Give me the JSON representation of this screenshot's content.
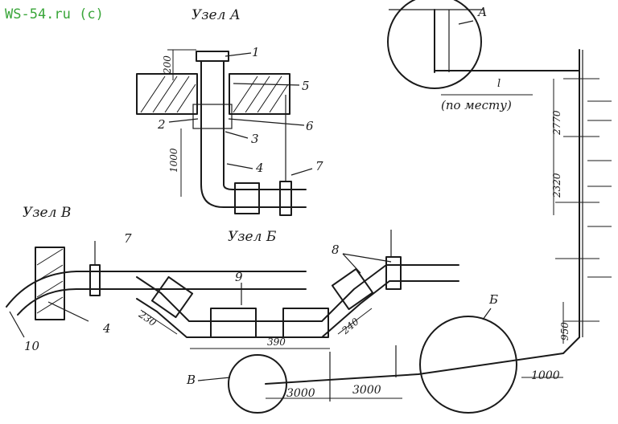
{
  "watermark": "WS-54.ru (c)",
  "titles": {
    "node_a": "Узел А",
    "node_b": "Узел Б",
    "node_v": "Узел В"
  },
  "callouts": {
    "c1": "1",
    "c2": "2",
    "c3": "3",
    "c4": "4",
    "c5": "5",
    "c6": "6",
    "c7": "7",
    "c4b": "4",
    "c7b": "7",
    "c8": "8",
    "c9": "9",
    "c10": "10",
    "A": "А",
    "B": "Б",
    "V": "В"
  },
  "dimensions": {
    "d200": "200",
    "d1000a": "1000",
    "d230": "230",
    "d390": "390",
    "d240": "240",
    "d3000a": "3000",
    "d3000b": "3000",
    "d1000b": "1000",
    "d950": "950",
    "d2320": "2320",
    "d2770": "2770",
    "l": "l",
    "po_mestu": "(по месту)"
  }
}
